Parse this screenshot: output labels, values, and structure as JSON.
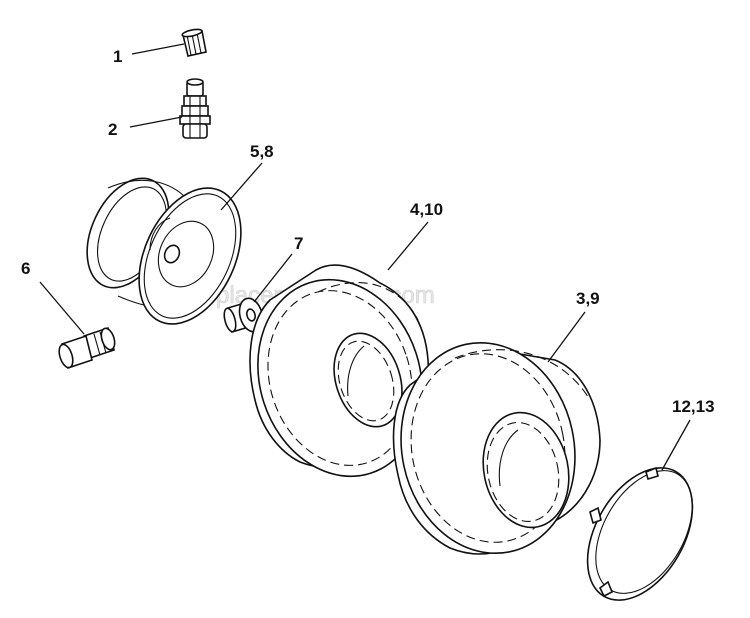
{
  "watermark": "eReplacementParts.com",
  "callouts": {
    "valve_cap": "1",
    "valve_stem": "2",
    "rim": "5,8",
    "bolt": "6",
    "bushing": "7",
    "front_tire": "4,10",
    "rear_tire": "3,9",
    "hub_cap": "12,13"
  }
}
